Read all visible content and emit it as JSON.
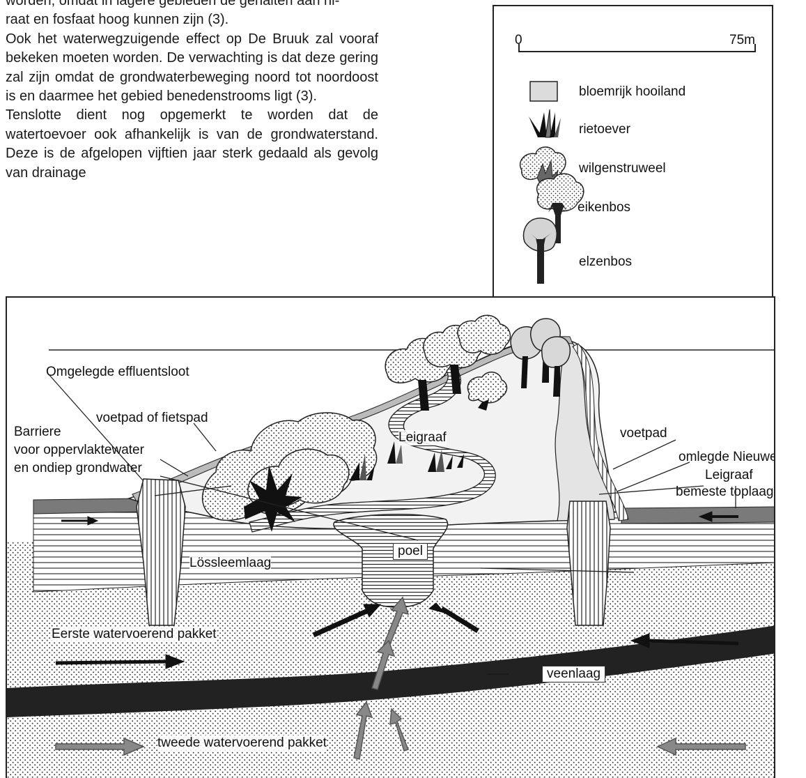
{
  "text_column": {
    "lines": [
      "worden, omdat in lagere gebieden de gehalten aan ni-",
      "raat en fosfaat hoog kunnen zijn (3).",
      "Ook het waterwegzuigende effect op De Bruuk zal vooraf bekeken moeten worden. De verwachting is dat deze gering zal zijn omdat de grondwaterbeweging noord tot noordoost is en daarmee het gebied benedenstrooms ligt (3).",
      "Tenslotte dient nog opgemerkt te worden dat de watertoevoer ook afhankelijk is van de grondwaterstand. Deze is de afgelopen vijftien jaar sterk gedaald als gevolg van drainage"
    ]
  },
  "legend": {
    "scale": {
      "start": "0",
      "end": "75m"
    },
    "items": [
      {
        "label": "bloemrijk hooiland",
        "icon": "meadow-icon"
      },
      {
        "label": "rietoever",
        "icon": "reed-icon"
      },
      {
        "label": "wilgenstruweel",
        "icon": "willow-shrub-icon"
      },
      {
        "label": "eikenbos",
        "icon": "oak-tree-icon"
      },
      {
        "label": "elzenbos",
        "icon": "alder-tree-icon"
      }
    ]
  },
  "diagram": {
    "labels": {
      "omgelegde_effluentsloot": "Omgelegde effluentsloot",
      "voetpad_of_fietspad": "voetpad of fietspad",
      "barriere": [
        "Barriere",
        "voor oppervlaktewater",
        "en ondiep grondwater"
      ],
      "leigraaf": "Leigraaf",
      "voetpad": "voetpad",
      "omlegde_nieuwe_leigraaf": [
        "omlegde Nieuwe",
        "Leigraaf"
      ],
      "bemeste_toplaag": "bemeste toplaag",
      "poel": "poel",
      "lossleemlaag": "Lössleemlaag",
      "eerste_watervoerend_pakket": "Eerste watervoerend pakket",
      "veenlaag": "veenlaag",
      "tweede_watervoerend_pakket": "tweede watervoerend pakket"
    }
  }
}
